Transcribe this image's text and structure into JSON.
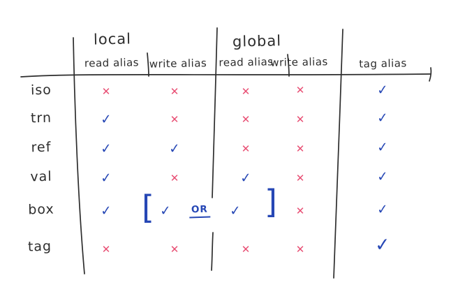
{
  "colors": {
    "ink": "#2d2d2d",
    "check": "#2647b5",
    "cross": "#e84f74"
  },
  "glyphs": {
    "check": "✓",
    "cross": "✕"
  },
  "table": {
    "column_groups": [
      {
        "label": "local",
        "columns": [
          "read alias",
          "write alias"
        ]
      },
      {
        "label": "global",
        "columns": [
          "read alias",
          "write alias"
        ]
      }
    ],
    "standalone_column": "tag alias",
    "rows": [
      {
        "label": "iso",
        "cells": [
          "cross",
          "cross",
          "cross",
          "cross",
          "check"
        ]
      },
      {
        "label": "trn",
        "cells": [
          "check",
          "cross",
          "cross",
          "cross",
          "check"
        ]
      },
      {
        "label": "ref",
        "cells": [
          "check",
          "check",
          "cross",
          "cross",
          "check"
        ]
      },
      {
        "label": "val",
        "cells": [
          "check",
          "cross",
          "check",
          "cross",
          "check"
        ]
      },
      {
        "label": "box",
        "cells": [
          "check",
          "check",
          "check",
          "cross",
          "check"
        ]
      },
      {
        "label": "tag",
        "cells": [
          "cross",
          "cross",
          "cross",
          "cross",
          "check"
        ]
      }
    ],
    "box_row_annotation": {
      "bracket_open": "[",
      "text": "OR",
      "bracket_close": "]"
    }
  }
}
